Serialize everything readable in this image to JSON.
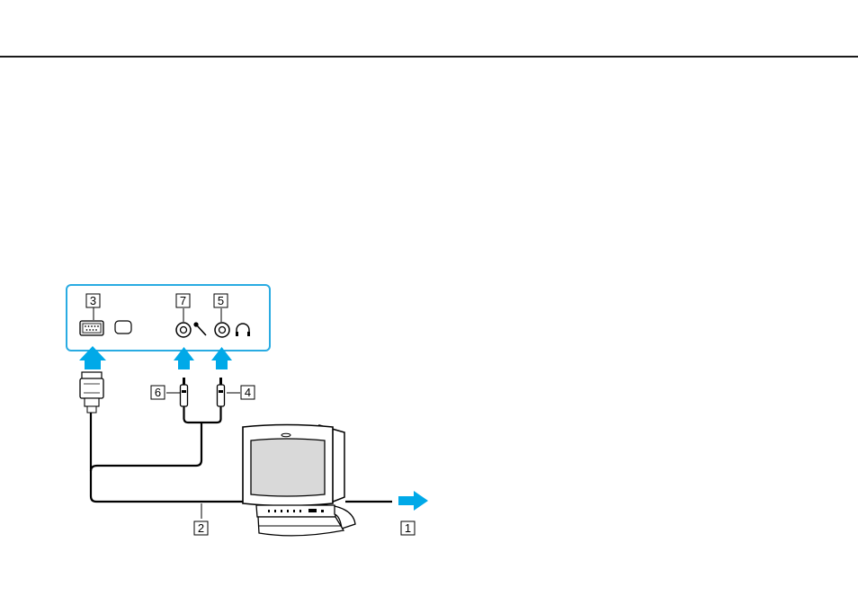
{
  "callouts": {
    "c1": "1",
    "c2": "2",
    "c3": "3",
    "c4": "4",
    "c5": "5",
    "c6": "6",
    "c7": "7"
  },
  "colors": {
    "arrow": "#00a9e8",
    "panel_border": "#29abe2",
    "line": "#000000"
  }
}
